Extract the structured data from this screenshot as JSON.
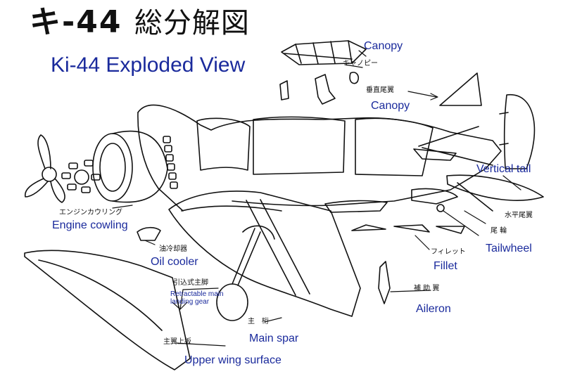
{
  "title": {
    "japanese_code": "キ-44",
    "japanese_name": "総分解図",
    "english": "Ki-44 Exploded View"
  },
  "labels": [
    {
      "id": "canopy-top",
      "en": "Canopy",
      "jp": "キャノピー"
    },
    {
      "id": "vertical-stabilizer",
      "en": "Canopy",
      "jp": "垂直尾翼"
    },
    {
      "id": "vertical-tail",
      "en": "Vertical tail",
      "jp": ""
    },
    {
      "id": "horizontal-tail",
      "en": "",
      "jp": "水平尾翼"
    },
    {
      "id": "tailwheel",
      "en": "Tailwheel",
      "jp": "尾 輪"
    },
    {
      "id": "fillet",
      "en": "Fillet",
      "jp": "フィレット"
    },
    {
      "id": "aileron",
      "en": "Aileron",
      "jp": "補 助 翼"
    },
    {
      "id": "engine-cowling",
      "en": "Engine cowling",
      "jp": "エンジンカウリング"
    },
    {
      "id": "oil-cooler",
      "en": "Oil cooler",
      "jp": "油冷却器"
    },
    {
      "id": "main-landing-gear",
      "en": "Retractable main landing gear",
      "jp": "引込式主脚"
    },
    {
      "id": "main-spar",
      "en": "Main spar",
      "jp": "主　桁"
    },
    {
      "id": "upper-wing-surface",
      "en": "Upper wing surface",
      "jp": "主翼上板"
    }
  ]
}
